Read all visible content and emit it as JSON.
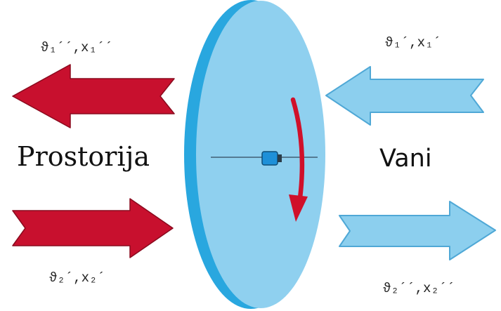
{
  "labels": {
    "room": "Prostorija",
    "outside": "Vani",
    "room_exhaust_state": "ϑ₁´´,x₁´´",
    "outside_intake_state": "ϑ₁´,x₁´",
    "room_supply_state": "ϑ₂´,x₂´",
    "outside_exhaust_state": "ϑ₂´´,x₂´´"
  },
  "colors": {
    "room_arrows": "#c8102e",
    "room_arrows_outline": "#8a0a1e",
    "outside_arrows": "#8ccfee",
    "outside_arrows_outline": "#4fa8d6",
    "wheel_face": "#8fd0ef",
    "wheel_rim": "#29a7df",
    "rotation_arrow": "#d0102a",
    "hub": "#1e90d8"
  }
}
